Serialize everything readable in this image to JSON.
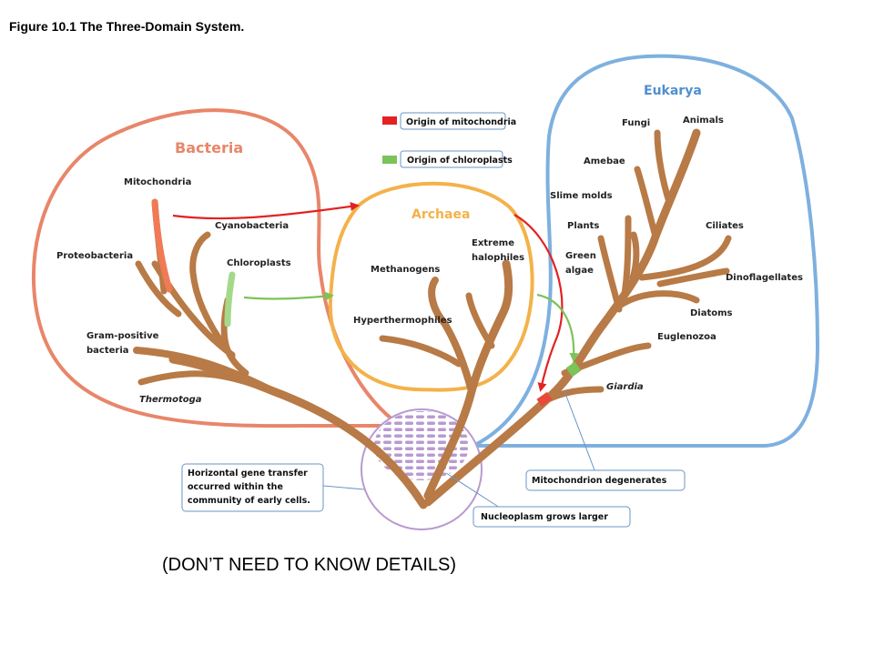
{
  "title": "Figure 10.1 The Three-Domain System.",
  "note": "(DON’T NEED TO KNOW DETAILS)",
  "colors": {
    "bacteria": "#e8866a",
    "archaea": "#f3b24a",
    "eukarya": "#4f8fd0",
    "root_circle": "#b89ad0",
    "branch": "#b87a46",
    "mitochondria_marker": "#e32222",
    "chloroplast_marker": "#7cc35a"
  },
  "domains": {
    "bacteria": "Bacteria",
    "archaea": "Archaea",
    "eukarya": "Eukarya"
  },
  "legend": {
    "mitochondria": "Origin of mitochondria",
    "chloroplasts": "Origin of chloroplasts"
  },
  "labels": {
    "mitochondria": "Mitochondria",
    "cyanobacteria": "Cyanobacteria",
    "chloroplasts": "Chloroplasts",
    "proteobacteria": "Proteobacteria",
    "gram_positive_1": "Gram-positive",
    "gram_positive_2": "bacteria",
    "thermotoga": "Thermotoga",
    "methanogens": "Methanogens",
    "extreme_1": "Extreme",
    "extreme_2": "halophiles",
    "hyperthermophiles": "Hyperthermophiles",
    "fungi": "Fungi",
    "animals": "Animals",
    "amebae": "Amebae",
    "slime_molds": "Slime molds",
    "plants": "Plants",
    "ciliates": "Ciliates",
    "green_1": "Green",
    "green_2": "algae",
    "dinoflagellates": "Dinoflagellates",
    "diatoms": "Diatoms",
    "euglenozoa": "Euglenozoa",
    "giardia": "Giardia"
  },
  "callouts": {
    "hgt_1": "Horizontal gene transfer",
    "hgt_2": "occurred within the",
    "hgt_3": "community of early cells.",
    "mito_degenerates": "Mitochondrion  degenerates",
    "nucleoplasm": "Nucleoplasm  grows larger"
  }
}
